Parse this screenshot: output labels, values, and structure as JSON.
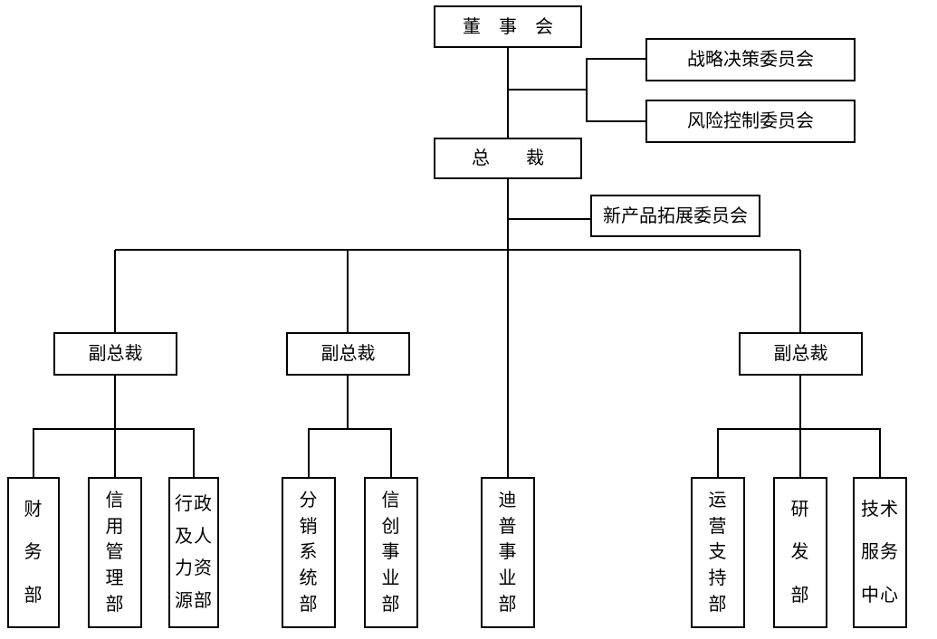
{
  "colors": {
    "background": "#ffffff",
    "line": "#000000",
    "box_border": "#000000",
    "text": "#000000"
  },
  "nodes": {
    "board": {
      "label": "董　事　会"
    },
    "strategy_committee": {
      "label": "战略决策委员会"
    },
    "risk_committee": {
      "label": "风险控制委员会"
    },
    "president": {
      "label": "总　　裁"
    },
    "new_product_committee": {
      "label": "新产品拓展委员会"
    },
    "vp_left": {
      "label": "副总裁"
    },
    "vp_middle": {
      "label": "副总裁"
    },
    "vp_right": {
      "label": "副总裁"
    },
    "dept_finance": {
      "label": "财务部",
      "lines": [
        "财",
        "务",
        "部"
      ]
    },
    "dept_credit": {
      "label": "信用管理部",
      "lines": [
        "信",
        "用",
        "管",
        "理",
        "部"
      ]
    },
    "dept_admin_hr": {
      "label": "行政及人力资源部",
      "lines": [
        "行政",
        "及人",
        "力资",
        "源部"
      ]
    },
    "dept_distribution": {
      "label": "分销系统部",
      "lines": [
        "分",
        "销",
        "系",
        "统",
        "部"
      ]
    },
    "dept_xinchuang": {
      "label": "信创事业部",
      "lines": [
        "信",
        "创",
        "事",
        "业",
        "部"
      ]
    },
    "dept_dipu": {
      "label": "迪普事业部",
      "lines": [
        "迪",
        "普",
        "事",
        "业",
        "部"
      ]
    },
    "dept_operations": {
      "label": "运营支持部",
      "lines": [
        "运",
        "营",
        "支",
        "持",
        "部"
      ]
    },
    "dept_rnd": {
      "label": "研发部",
      "lines": [
        "研",
        "发",
        "部"
      ]
    },
    "dept_tech_service": {
      "label": "技术服务中心",
      "lines": [
        "技术",
        "服务",
        "中心"
      ]
    }
  },
  "hierarchy": [
    {
      "parent": "board",
      "children": [
        "strategy_committee",
        "risk_committee",
        "president"
      ]
    },
    {
      "parent": "president",
      "children": [
        "new_product_committee",
        "vp_left",
        "vp_middle",
        "dept_dipu",
        "vp_right"
      ]
    },
    {
      "parent": "vp_left",
      "children": [
        "dept_finance",
        "dept_credit",
        "dept_admin_hr"
      ]
    },
    {
      "parent": "vp_middle",
      "children": [
        "dept_distribution",
        "dept_xinchuang"
      ]
    },
    {
      "parent": "vp_right",
      "children": [
        "dept_operations",
        "dept_rnd",
        "dept_tech_service"
      ]
    }
  ]
}
